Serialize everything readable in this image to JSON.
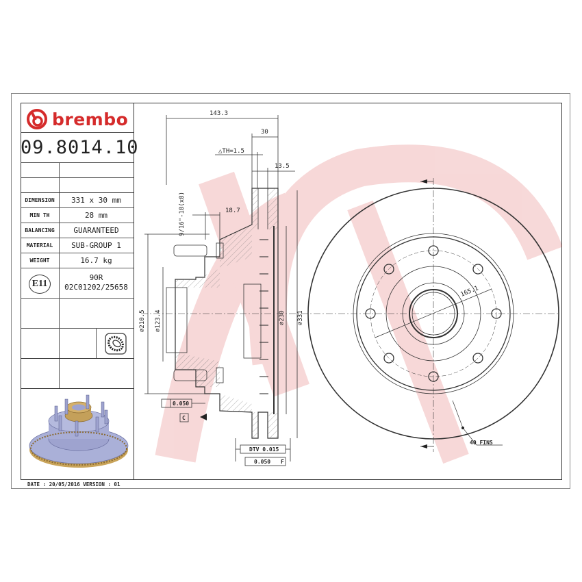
{
  "brand": {
    "name": "brembo",
    "color": "#d52b2b"
  },
  "part_number": "09.8014.10",
  "specs": [
    {
      "label": "DIMENSION",
      "value": "331 x 30 mm"
    },
    {
      "label": "MIN TH",
      "value": "28 mm"
    },
    {
      "label": "BALANCING",
      "value": "GUARANTEED"
    },
    {
      "label": "MATERIAL",
      "value": "SUB-GROUP 1"
    },
    {
      "label": "WEIGHT",
      "value": "16.7 kg"
    }
  ],
  "approval": {
    "mark": "E11",
    "line1": "90R",
    "line2": "02C01202/25658"
  },
  "footer": {
    "date_version": "DATE : 20/05/2016 VERSION : 01"
  },
  "dimensions": {
    "overall_height": "143.3",
    "thickness": "30",
    "delta_th": "△TH=1.5",
    "friction_ring": "13.5",
    "flange": "18.7",
    "thread": "9/16\"-18(x8)",
    "d_210": "⌀210.5",
    "d_123": "⌀123.4",
    "d_230": "⌀230",
    "d_331": "⌀331",
    "pcd": "165.1",
    "fins": "40 FINS",
    "flatness": "0.050",
    "datum": "C",
    "dtv": "DTV 0.015",
    "runout": "0.050",
    "runout_datum": "F"
  }
}
